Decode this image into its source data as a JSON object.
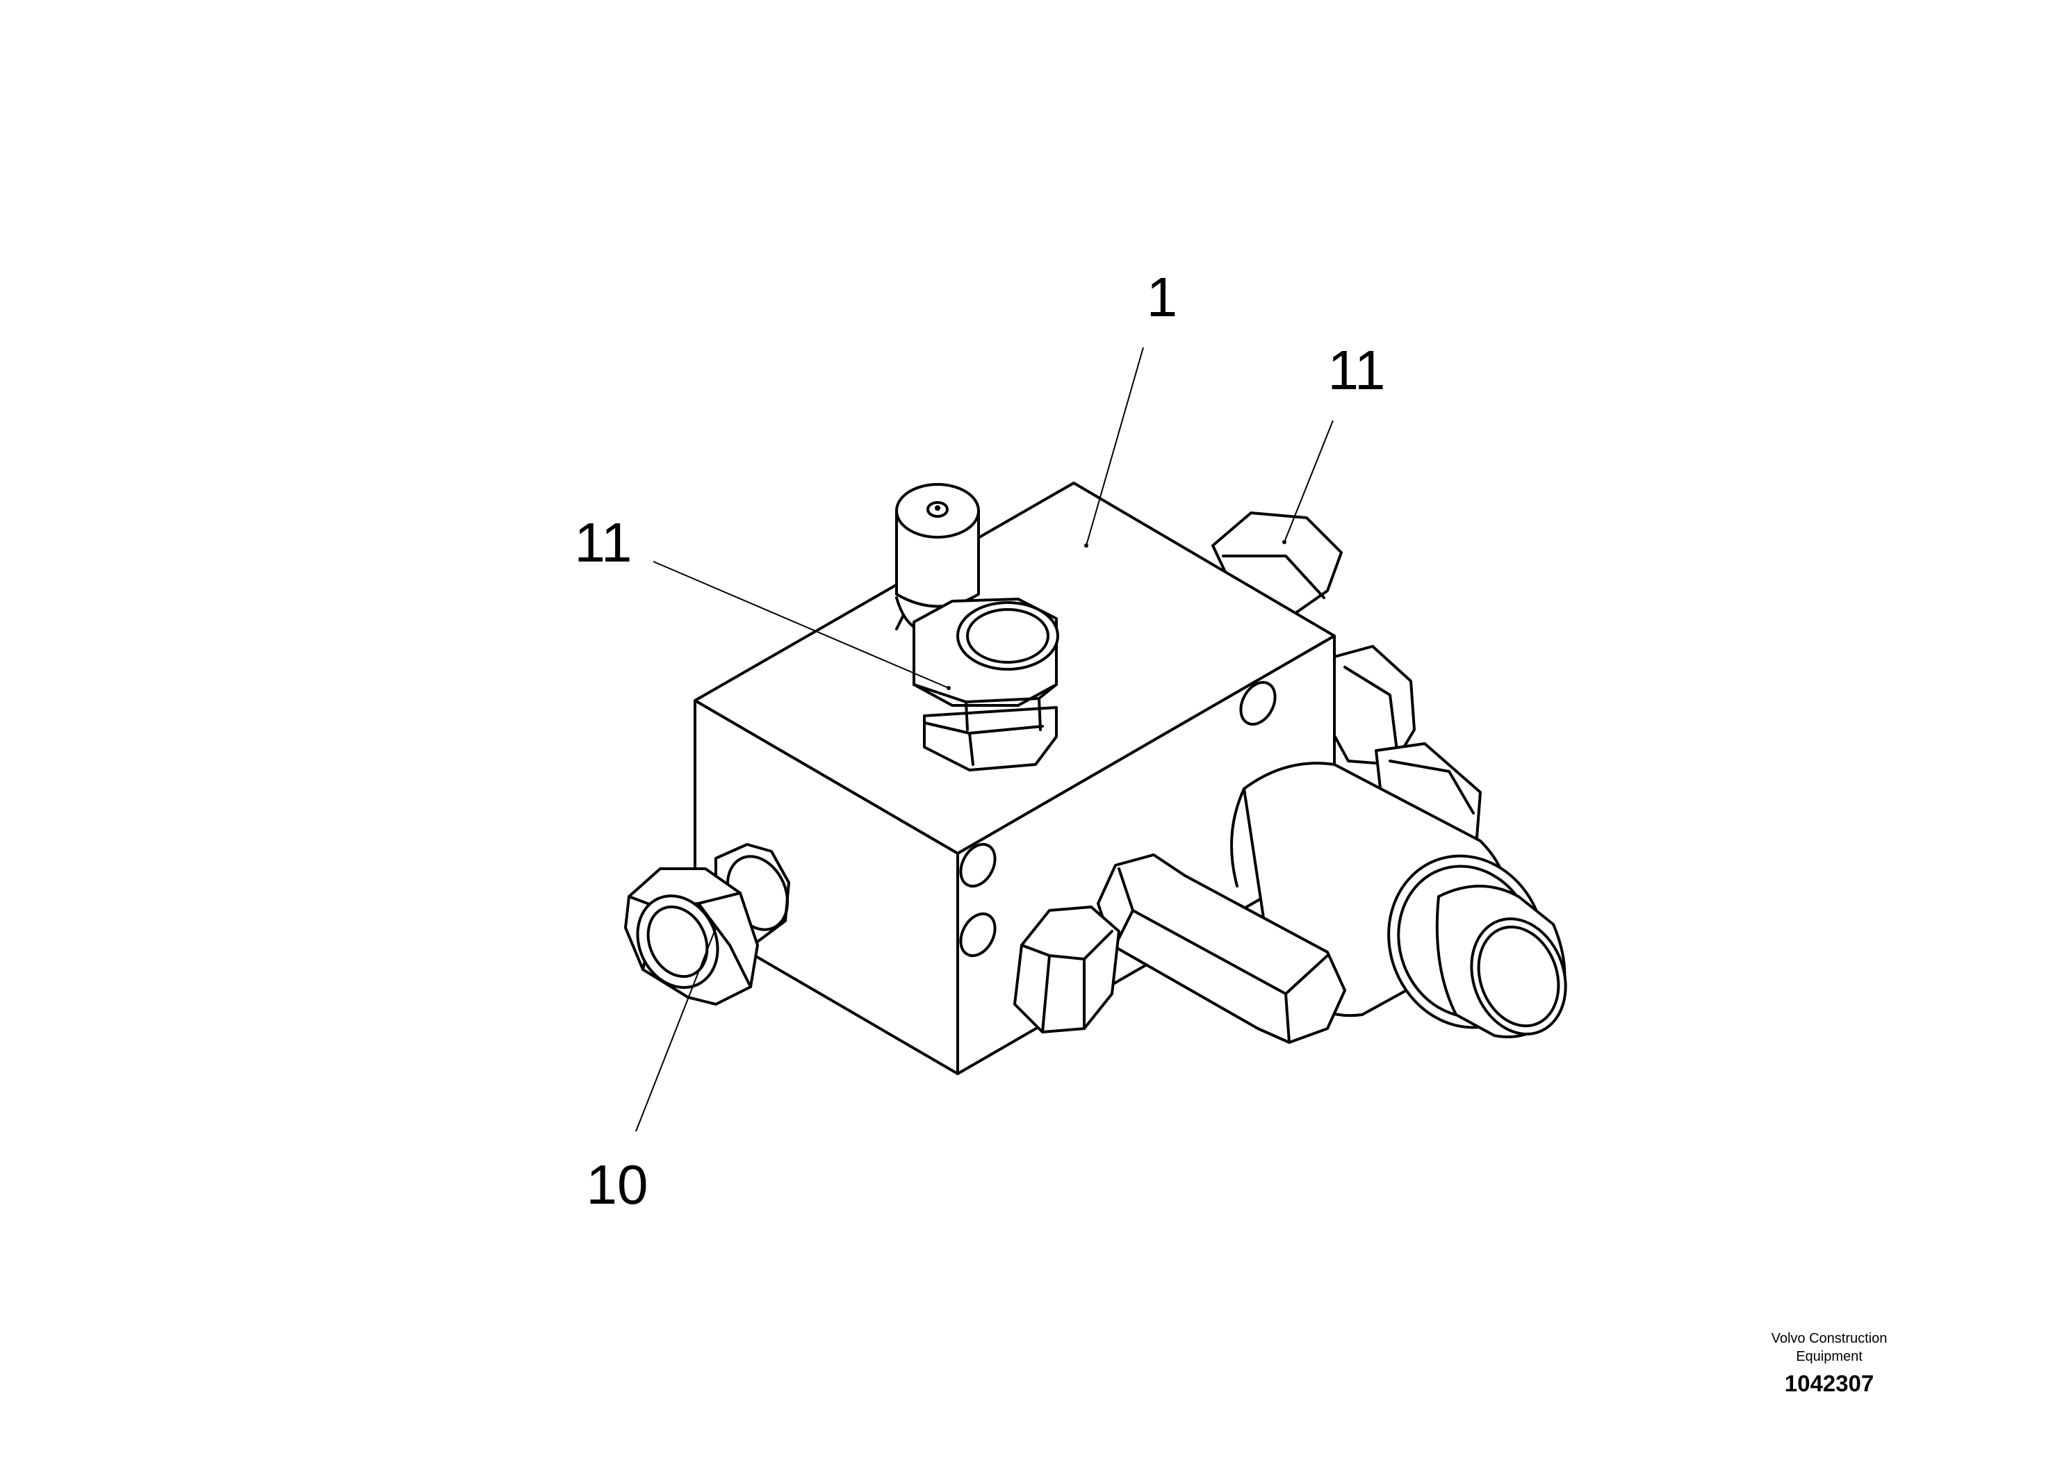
{
  "callouts": {
    "part_1": "1",
    "part_11_top_right": "11",
    "part_11_left": "11",
    "part_10": "10"
  },
  "stamp": {
    "company_line1": "Volvo Construction",
    "company_line2": "Equipment",
    "drawing_number": "1042307"
  },
  "colors": {
    "line": "#000000",
    "background": "#ffffff"
  }
}
